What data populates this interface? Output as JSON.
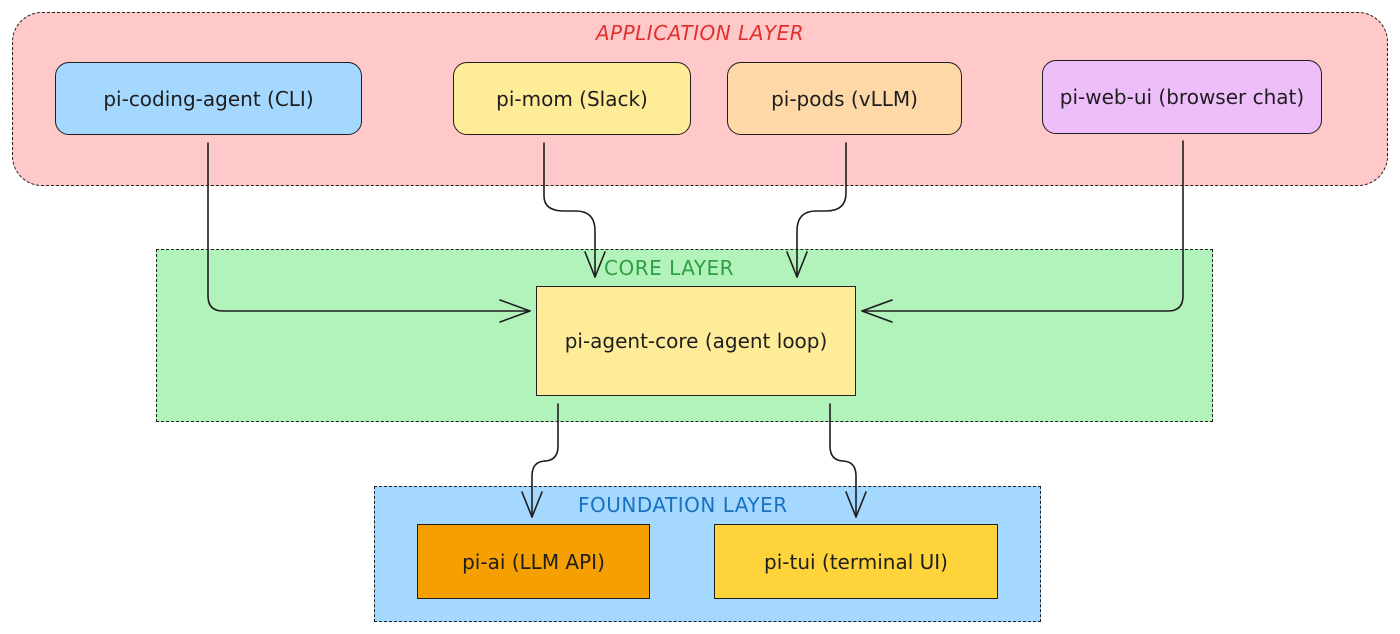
{
  "layers": {
    "application": "APPLICATION LAYER",
    "core": "CORE LAYER",
    "foundation": "FOUNDATION LAYER"
  },
  "nodes": {
    "coding_agent": "pi-coding-agent (CLI)",
    "mom": "pi-mom (Slack)",
    "pods": "pi-pods (vLLM)",
    "web_ui": "pi-web-ui (browser chat)",
    "agent_core": "pi-agent-core (agent loop)",
    "ai": "pi-ai (LLM API)",
    "tui": "pi-tui (terminal UI)"
  },
  "colors": {
    "application_bg": "#ffc9c9",
    "core_bg": "#b2f2bb",
    "foundation_bg": "#a5d8ff",
    "application_title": "#e03131",
    "core_title": "#2f9e44",
    "foundation_title": "#1971c2"
  },
  "edges": [
    {
      "from": "coding_agent",
      "to": "agent_core"
    },
    {
      "from": "mom",
      "to": "agent_core"
    },
    {
      "from": "pods",
      "to": "agent_core"
    },
    {
      "from": "web_ui",
      "to": "agent_core"
    },
    {
      "from": "agent_core",
      "to": "ai"
    },
    {
      "from": "agent_core",
      "to": "tui"
    }
  ]
}
